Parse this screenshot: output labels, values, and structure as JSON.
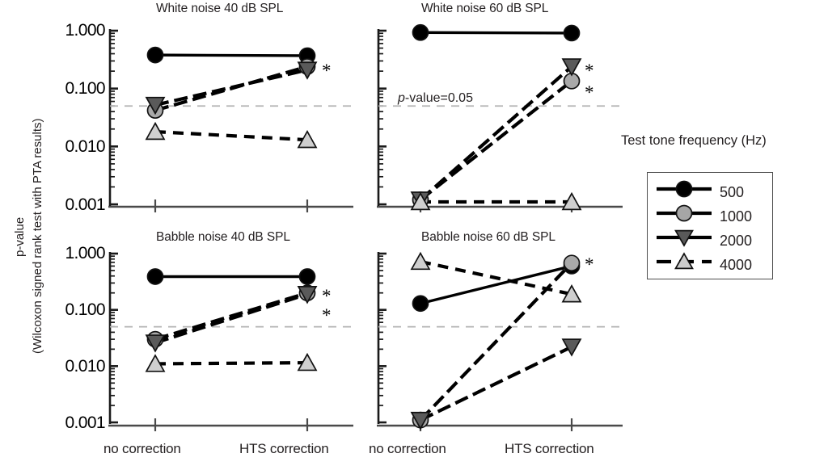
{
  "figure": {
    "yaxis_title_line1": "p-value",
    "yaxis_title_line2": "(Wilcoxon signed rank test with PTA results)",
    "ytick_labels": [
      "1.000",
      "0.100",
      "0.010",
      "0.001"
    ],
    "xtick_labels": [
      "no correction",
      "HTS correction"
    ],
    "reference_annotation": "p-value=0.05",
    "reference_value": 0.05,
    "reference_color": "#b3b3b3",
    "significance_marker": "*"
  },
  "legend": {
    "title": "Test tone frequency (Hz)",
    "entries": [
      {
        "label": "500",
        "marker": "circle",
        "fill": "#000000",
        "line": "solid"
      },
      {
        "label": "1000",
        "marker": "circle",
        "fill": "#a6a6a6",
        "line": "solid"
      },
      {
        "label": "2000",
        "marker": "triangle-down",
        "fill": "#595959",
        "line": "solid"
      },
      {
        "label": "4000",
        "marker": "triangle-up",
        "fill": "#cccccc",
        "line": "dashed"
      }
    ]
  },
  "chart_data": {
    "type": "line",
    "title": "",
    "xlabel": "",
    "ylabel": "p-value (Wilcoxon signed rank test with PTA results)",
    "x": [
      "no correction",
      "HTS correction"
    ],
    "yscale": "log",
    "ylim": [
      0.001,
      1.0
    ],
    "ytick_values": [
      1.0,
      0.1,
      0.01,
      0.001
    ],
    "grid": false,
    "legend_position": "right",
    "reference_lines": [
      {
        "y": 0.05,
        "label": "p-value=0.05",
        "style": "dashed",
        "color": "#b3b3b3"
      }
    ],
    "panels": [
      {
        "title": "White noise 40 dB SPL",
        "series": [
          {
            "name": "500",
            "values": [
              0.38,
              0.37
            ],
            "significant": [
              false,
              false
            ]
          },
          {
            "name": "1000",
            "values": [
              0.042,
              0.24
            ],
            "significant": [
              false,
              true
            ]
          },
          {
            "name": "2000",
            "values": [
              0.052,
              0.21
            ],
            "significant": [
              false,
              false
            ]
          },
          {
            "name": "4000",
            "values": [
              0.018,
              0.013
            ],
            "significant": [
              false,
              false
            ]
          }
        ],
        "annotations": [
          {
            "text": "*",
            "series": "1000",
            "x": "HTS correction"
          }
        ]
      },
      {
        "title": "White noise 60 dB SPL",
        "series": [
          {
            "name": "500",
            "values": [
              0.93,
              0.91
            ],
            "significant": [
              false,
              false
            ]
          },
          {
            "name": "1000",
            "values": [
              0.0012,
              0.135
            ],
            "significant": [
              false,
              true
            ]
          },
          {
            "name": "2000",
            "values": [
              0.0012,
              0.24
            ],
            "significant": [
              false,
              true
            ]
          },
          {
            "name": "4000",
            "values": [
              0.0011,
              0.0011
            ],
            "significant": [
              false,
              false
            ]
          }
        ],
        "annotations": [
          {
            "text": "*",
            "series": "2000",
            "x": "HTS correction"
          },
          {
            "text": "*",
            "series": "1000",
            "x": "HTS correction"
          }
        ]
      },
      {
        "title": "Babble noise 40 dB SPL",
        "series": [
          {
            "name": "500",
            "values": [
              0.39,
              0.39
            ],
            "significant": [
              false,
              false
            ]
          },
          {
            "name": "1000",
            "values": [
              0.03,
              0.2
            ],
            "significant": [
              false,
              true
            ]
          },
          {
            "name": "2000",
            "values": [
              0.026,
              0.19
            ],
            "significant": [
              false,
              true
            ]
          },
          {
            "name": "4000",
            "values": [
              0.011,
              0.0115
            ],
            "significant": [
              false,
              false
            ]
          }
        ],
        "annotations": [
          {
            "text": "*",
            "series": "1000",
            "x": "HTS correction"
          },
          {
            "text": "*",
            "series": "2000",
            "x": "HTS correction"
          }
        ]
      },
      {
        "title": "Babble noise 60 dB SPL",
        "series": [
          {
            "name": "500",
            "values": [
              0.13,
              0.6
            ],
            "significant": [
              false,
              false
            ]
          },
          {
            "name": "1000",
            "values": [
              0.0011,
              0.68
            ],
            "significant": [
              false,
              true
            ]
          },
          {
            "name": "2000",
            "values": [
              0.0011,
              0.022
            ],
            "significant": [
              false,
              false
            ]
          },
          {
            "name": "4000",
            "values": [
              0.72,
              0.19
            ],
            "significant": [
              false,
              false
            ]
          }
        ],
        "annotations": [
          {
            "text": "*",
            "series": "1000",
            "x": "HTS correction"
          }
        ]
      }
    ]
  }
}
